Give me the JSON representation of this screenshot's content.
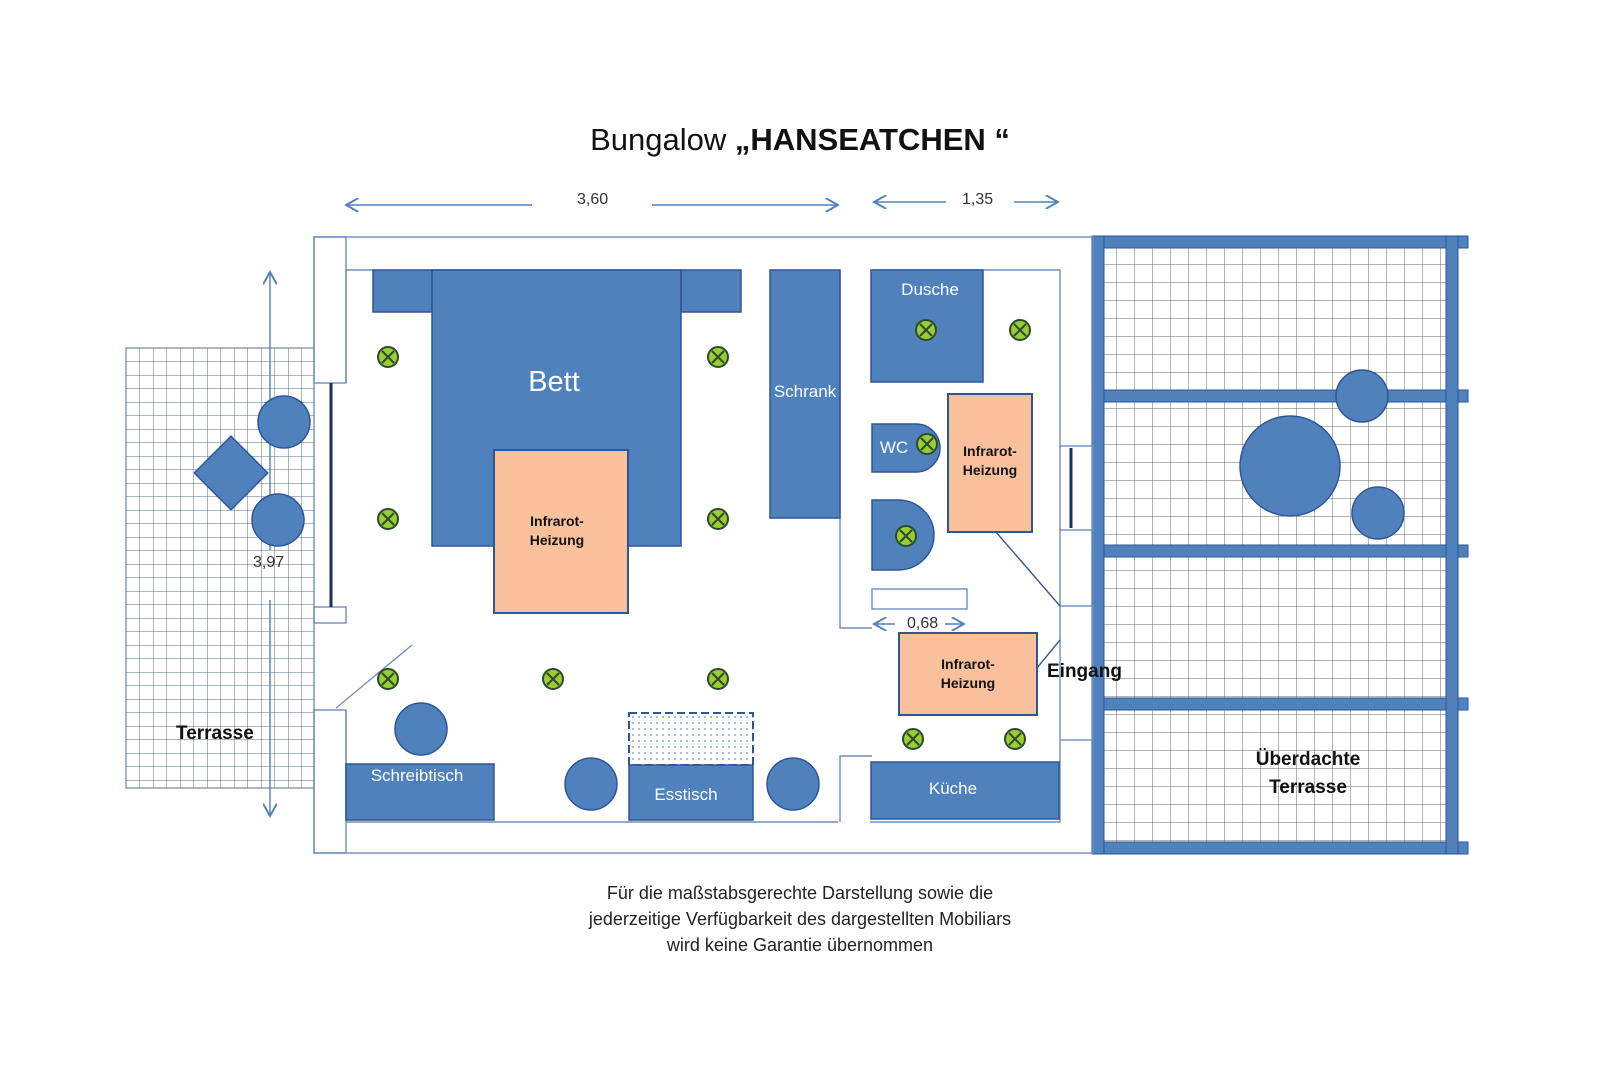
{
  "title": {
    "prefix": "Bungalow ",
    "name": "„HANSEATCHEN “"
  },
  "dimensions": {
    "width_main": "3,60",
    "width_bath": "1,35",
    "depth": "3,97",
    "wc_width": "0,68"
  },
  "rooms": {
    "bed": "Bett",
    "wardrobe": "Schrank",
    "shower": "Dusche",
    "wc": "WC",
    "desk": "Schreibtisch",
    "dining_table": "Esstisch",
    "kitchen": "Küche",
    "heater_bed": [
      "Infrarot-",
      "Heizung"
    ],
    "heater_bath": [
      "Infrarot-",
      "Heizung"
    ],
    "heater_entry": [
      "Infrarot-",
      "Heizung"
    ]
  },
  "outside": {
    "terrace": "Terrasse",
    "entrance": "Eingang",
    "covered_terrace": [
      "Überdachte",
      "Terrasse"
    ]
  },
  "note": [
    "Für die maßstabsgerechte Darstellung sowie die",
    "jederzeitige Verfügbarkeit des dargestellten Mobiliars",
    "wird keine Garantie übernommen"
  ],
  "colors": {
    "furniture": "#4f81bd",
    "furniture_border": "#2f5597",
    "heater": "#f9c09c",
    "wall": "#6f8fbf",
    "grid": "#5a6f8a",
    "light": "#9acd32"
  },
  "icons": {
    "ceiling_light": "light-fixture-icon",
    "arrow": "dimension-arrow-icon"
  }
}
